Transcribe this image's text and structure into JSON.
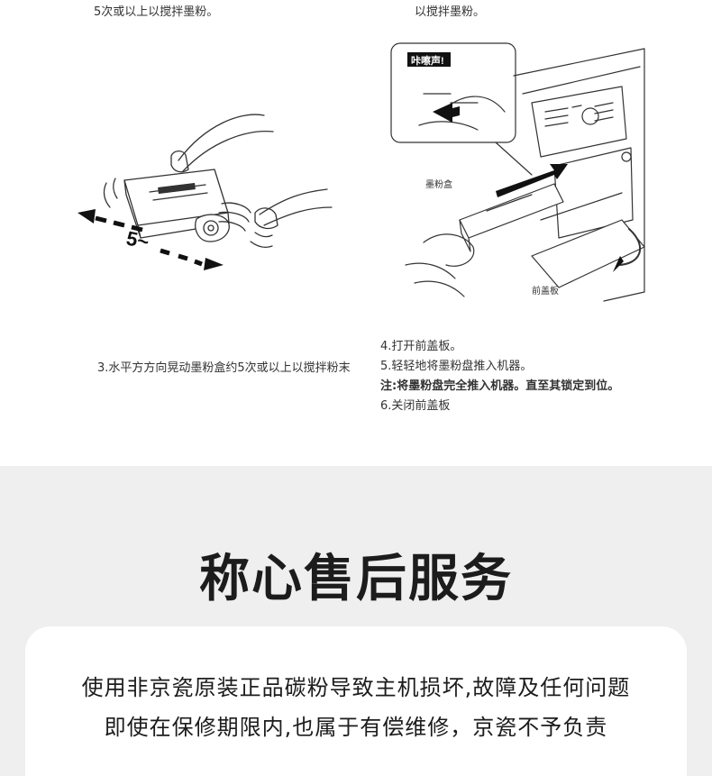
{
  "steps": {
    "top_left_text": "5次或以上以搅拌墨粉。",
    "top_right_text": "以搅拌墨粉。",
    "left_caption": "3.水平方方向晃动墨粉盒约5次或以上以搅拌粉末",
    "left_illustration_label": "5~",
    "right_illustration": {
      "callout_label": "咔嚓声!",
      "cartridge_label": "墨粉盒",
      "cover_label": "前盖板"
    },
    "right_caption": {
      "line1": "4.打开前盖板。",
      "line2": "5.轻轻地将墨粉盘推入机器。",
      "line3": "注:将墨粉盘完全推入机器。直至其锁定到位。",
      "line4": "6.关闭前盖板"
    }
  },
  "service": {
    "title": "称心售后服务",
    "line1": "使用非京瓷原装正品碳粉导致主机损坏,故障及任何问题",
    "line2": "即使在保修期限内,也属于有偿维修，京瓷不予负责"
  },
  "colors": {
    "text": "#333333",
    "heading": "#1c1c1c",
    "service_bg": "#efefef",
    "card_bg": "#ffffff"
  }
}
